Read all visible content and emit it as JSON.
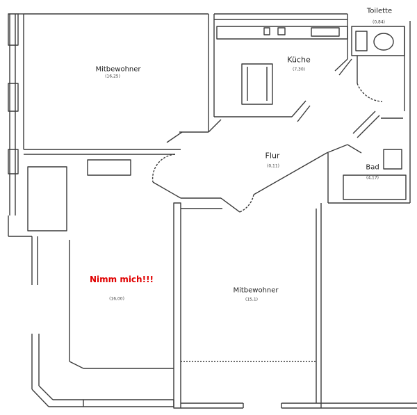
{
  "rooms": [
    {
      "key": "mitbewohner_top",
      "name": "Mitbewohner",
      "area": "(16,25)"
    },
    {
      "key": "kueche",
      "name": "Küche",
      "area": "(7,30)"
    },
    {
      "key": "toilette",
      "name": "Toilette",
      "area": "(0,84)"
    },
    {
      "key": "flur",
      "name": "Flur",
      "area": "(0,11)"
    },
    {
      "key": "bad",
      "name": "Bad",
      "area": "(4,17)"
    },
    {
      "key": "nimm",
      "name": "Nimm mich!!!",
      "area": "(16,00)"
    },
    {
      "key": "mitbewohner_bottom",
      "name": "Mitbewohner",
      "area": "(15,1)"
    }
  ],
  "colors": {
    "wall": "#3a3a3a",
    "highlight": "#e00000",
    "background": "#ffffff"
  }
}
